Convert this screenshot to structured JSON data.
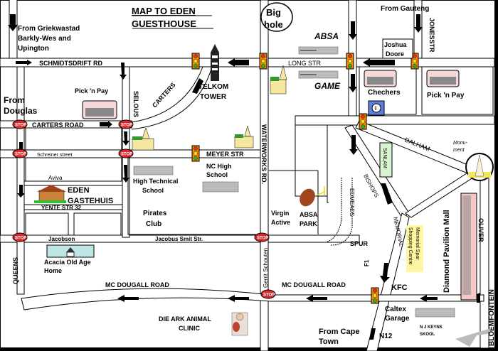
{
  "title": {
    "line1": "MAP TO EDEN",
    "line2": "GUESTHOUSE"
  },
  "directions": {
    "from_griekwastad": [
      "From Griekwastad",
      "Barkly-Wes and",
      "Upington"
    ],
    "from_douglas": [
      "From",
      "Douglas"
    ],
    "from_gauteng": "From Gauteng",
    "from_cape_town": [
      "From Cape",
      "Town"
    ]
  },
  "roads": {
    "schmidtsdrift": "SCHMIDTSDRIFT RD",
    "long": "LONG STR",
    "carters_road": "CARTERS ROAD",
    "carters": "CARTERS",
    "selous": "SELOUS",
    "schreiner": "Schreiner street",
    "meyer": "MEYER STR",
    "aviva": "Aviva",
    "yente": "YENTE STR 32",
    "jacobson": "Jacobson",
    "jacobus_smit": "Jacobus Smit Str.",
    "queens": "QUEENS",
    "waterworks": "WATERWORKS RD.",
    "gerrit_schouten": "Gerrit Schouten",
    "mc_dougall_west": "MC DOUGALL ROAD",
    "mc_dougall_east": "MC DOUGALL ROAD",
    "jonesstr": "JONESSTR",
    "dalham": "DALHAM",
    "bishops": "BISHOPS",
    "edmeads": "EDMEADS",
    "spur": "SPUR",
    "memorial": "MEMORIAL",
    "f1": "F1",
    "oliver": "OLIVER",
    "bloemfontein": "BLOEMFONTEIN",
    "n12": "N12"
  },
  "landmarks": {
    "big_hole": [
      "Big",
      "hole"
    ],
    "absa": "ABSA",
    "game": "GAME",
    "joshua_doore": [
      "Joshua",
      "Doore"
    ],
    "telkom_tower": [
      "TELKOM",
      "TOWER"
    ],
    "pick_n_pay_west": "Pick 'n Pay",
    "pick_n_pay_east": "Pick 'n Pay",
    "chechers": "Chechers",
    "eden_gastehuis": [
      "EDEN",
      "GASTEHUIS"
    ],
    "high_technical": [
      "High Technical",
      "School"
    ],
    "nc_high": [
      "NC High",
      "School"
    ],
    "pirates_club": [
      "Pirates",
      "Club"
    ],
    "virgin_active": [
      "Virgin",
      "Active"
    ],
    "absa_park": [
      "ABSA",
      "PARK"
    ],
    "sanlam": "SANLAM",
    "monument": [
      "Monu-",
      "ment"
    ],
    "diamond_pavilion": "Diamond Pavilion Mall",
    "memorial_spar": [
      "Memorial Spar",
      "Shopping Centre"
    ],
    "kfc": "KFC",
    "caltex": [
      "Caltex",
      "Garage"
    ],
    "nj_keyns": [
      "N J KEYNS",
      "SKOOL"
    ],
    "acacia": [
      "Acacia Old Age",
      "Home"
    ],
    "die_ark": [
      "DIE ARK ANIMAL",
      "CLINIC"
    ]
  },
  "icons": {
    "stop_sign_text": "STOP",
    "info_symbol": "i"
  },
  "colors": {
    "traffic_light_body": "#f08a00",
    "stop_sign": "#d8282b",
    "sanlam_box": "#d8f5d0",
    "spar_box": "#fff7a0",
    "acacia_box": "#bfe6e6",
    "info_box": "#5a7fe0",
    "mall_pink": "#f5c8c8"
  }
}
